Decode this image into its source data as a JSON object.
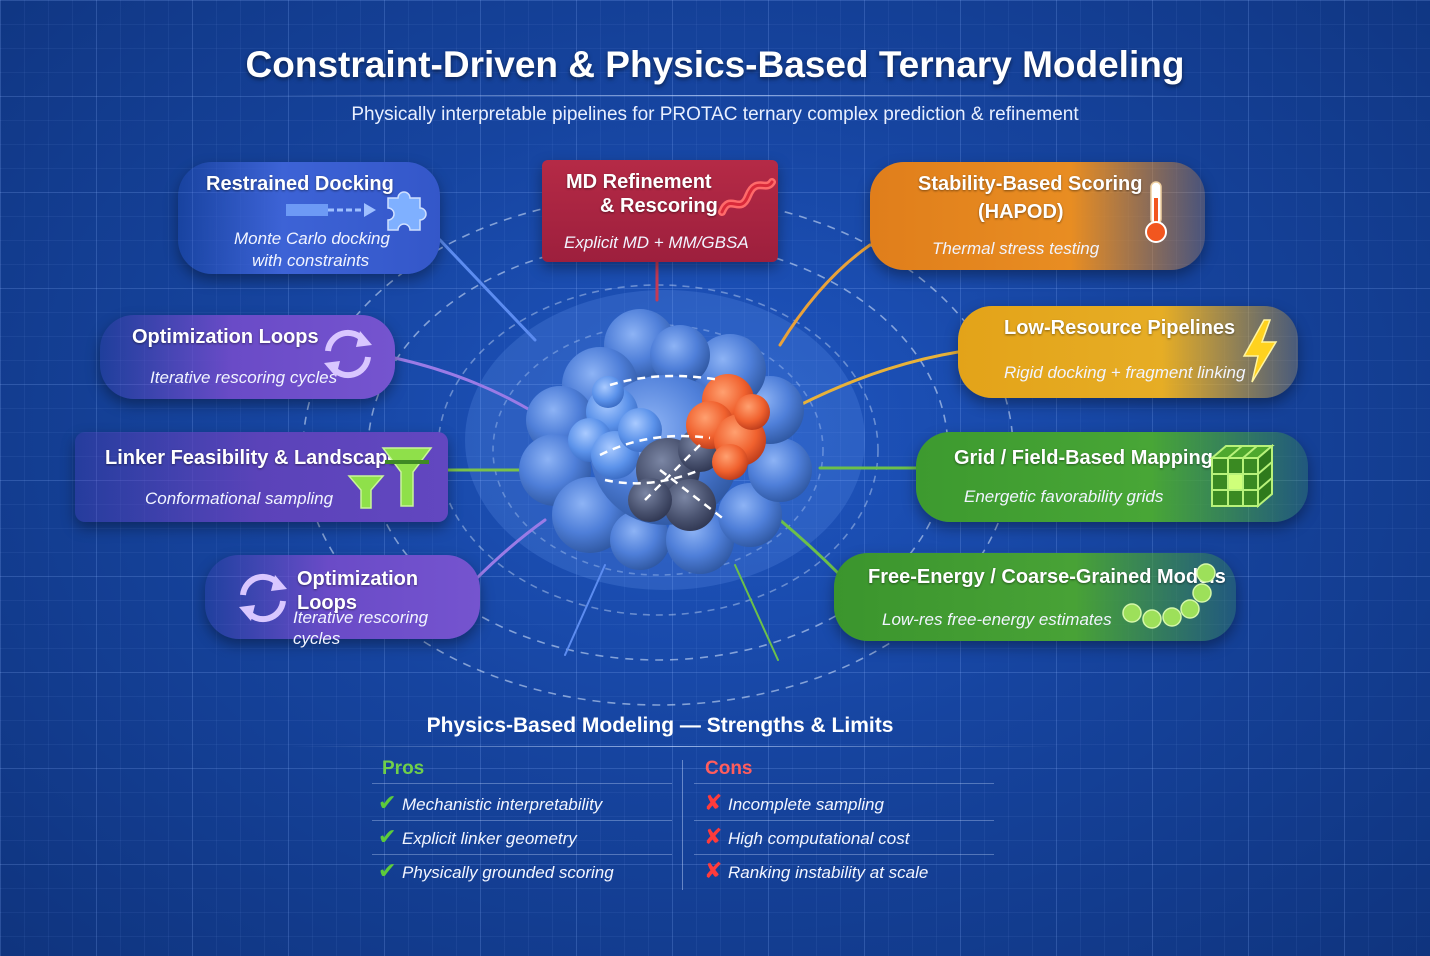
{
  "title": "Constraint-Driven & Physics-Based Ternary Modeling",
  "subtitle": "Physically interpretable pipelines for PROTAC ternary complex prediction & refinement",
  "cards": {
    "restrained_docking": {
      "title": "Restrained Docking",
      "desc_line1": "Monte Carlo docking",
      "desc_line2": "with constraints",
      "icon": "puzzle-icon"
    },
    "md_refinement": {
      "title_line1": "MD Refinement",
      "title_line2": "& Rescoring",
      "desc": "Explicit MD + MM/GBSA",
      "icon": "helix-icon"
    },
    "stability_scoring": {
      "title_line1": "Stability-Based Scoring",
      "title_line2": "(HAPOD)",
      "desc": "Thermal stress testing",
      "icon": "thermometer-icon"
    },
    "optimization_loops_1": {
      "title": "Optimization Loops",
      "desc": "Iterative rescoring cycles",
      "icon": "cycle-icon"
    },
    "low_resource": {
      "title": "Low-Resource Pipelines",
      "desc": "Rigid docking + fragment linking",
      "icon": "lightning-icon"
    },
    "linker_feasibility": {
      "title": "Linker Feasibility & Landscapes",
      "desc": "Conformational sampling",
      "icon": "funnel-icon"
    },
    "grid_mapping": {
      "title": "Grid / Field-Based Mapping",
      "desc": "Energetic favorability grids",
      "icon": "grid-cube-icon"
    },
    "optimization_loops_2": {
      "title": "Optimization Loops",
      "desc": "Iterative rescoring cycles",
      "icon": "cycle-icon"
    },
    "free_energy": {
      "title": "Free-Energy / Coarse-Grained Models",
      "desc": "Low-res free-energy estimates",
      "icon": "bead-chain-icon"
    }
  },
  "summary": {
    "title": "Physics-Based Modeling — Strengths & Limits",
    "pros_label": "Pros",
    "cons_label": "Cons",
    "pros": [
      "Mechanistic interpretability",
      "Explicit linker geometry",
      "Physically grounded scoring"
    ],
    "cons": [
      "Incomplete sampling",
      "High computational cost",
      "Ranking instability at scale"
    ]
  },
  "colors": {
    "background": "#16449f",
    "restrained_docking": "#3d63d6",
    "md_refinement": "#a8223f",
    "stability_scoring": "#e88d22",
    "optimization_loops": "#7554cf",
    "low_resource": "#e6ad25",
    "linker_feasibility": "#5b43b9",
    "grid_mapping": "#48a636",
    "free_energy": "#48a236",
    "pros": "#6fd04a",
    "cons": "#ff5d5d",
    "protein_blue": "#4f7fd9",
    "protein_orange": "#f0612e",
    "protein_gray": "#4a5370"
  }
}
